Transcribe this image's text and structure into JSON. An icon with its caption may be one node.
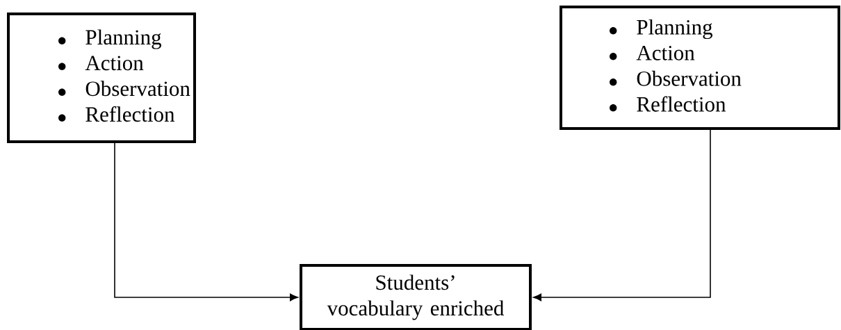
{
  "diagram": {
    "nodes": [
      {
        "text": [
          "Planning",
          "Action",
          "Observation",
          "Reflection"
        ]
      },
      {
        "text": [
          "Planning",
          "Action",
          "Observation",
          "Reflection"
        ]
      },
      {
        "text": [
          "Students’ vocabulary enriched"
        ]
      }
    ],
    "edges": [
      {
        "from": 0,
        "to": 2,
        "arrow": "to"
      },
      {
        "from": 1,
        "to": 2,
        "arrow": "to"
      }
    ]
  }
}
